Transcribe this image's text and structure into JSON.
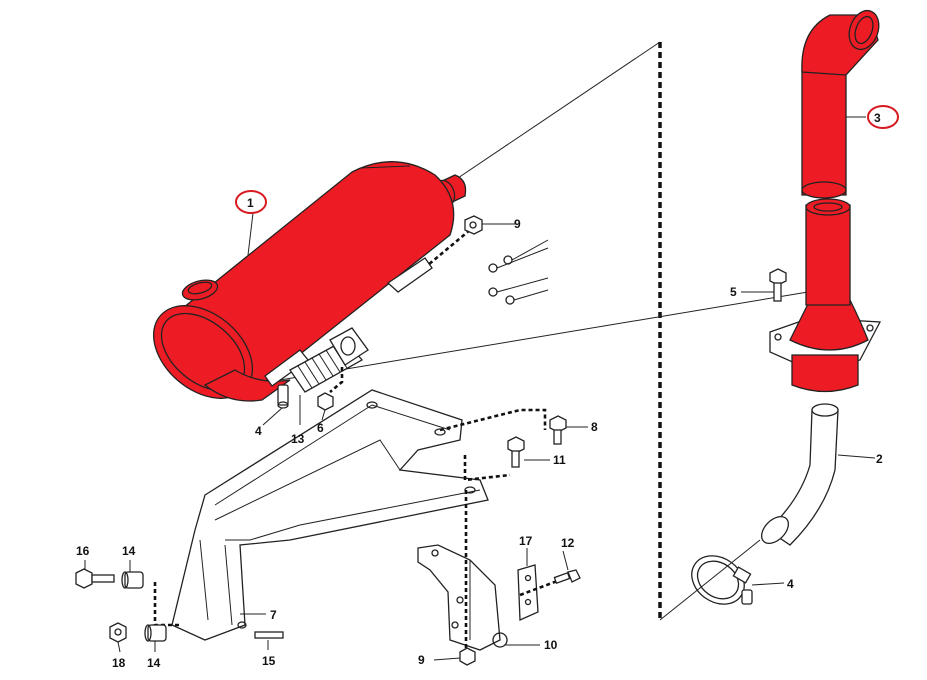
{
  "colors": {
    "highlight": "#ed1c24",
    "outline": "#222222",
    "callout_circle": "#d71920"
  },
  "callouts": {
    "c1": "1",
    "c2": "2",
    "c3": "3",
    "c4a": "4",
    "c4b": "4",
    "c5": "5",
    "c6": "6",
    "c7": "7",
    "c8": "8",
    "c9a": "9",
    "c9b": "9",
    "c10": "10",
    "c11": "11",
    "c12": "12",
    "c13": "13",
    "c14a": "14",
    "c14b": "14",
    "c15": "15",
    "c16": "16",
    "c17": "17",
    "c18": "18"
  }
}
